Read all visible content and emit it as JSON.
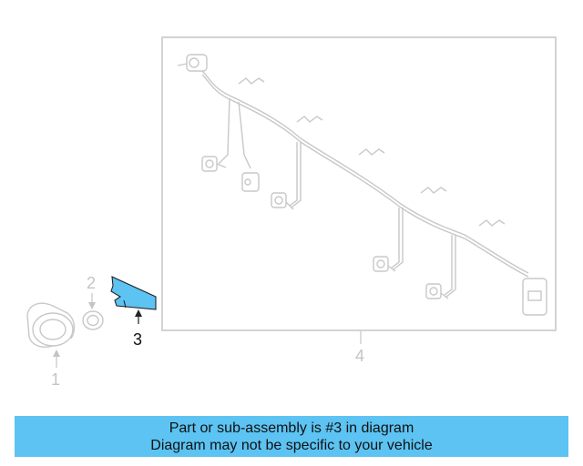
{
  "callouts": {
    "c1": "1",
    "c2": "2",
    "c3": "3",
    "c4": "4"
  },
  "banner": {
    "line1": "Part or sub-assembly is #3 in diagram",
    "line2": "Diagram may not be specific to your vehicle"
  },
  "colors": {
    "highlight": "#5cc3f2",
    "part_line": "#c8c8c8",
    "active_line": "#222222",
    "banner_bg": "#5cc3f2"
  },
  "icons": [
    "parking-sensor-icon",
    "sensor-ring-icon",
    "sensor-bracket-icon",
    "wiring-harness-icon"
  ]
}
